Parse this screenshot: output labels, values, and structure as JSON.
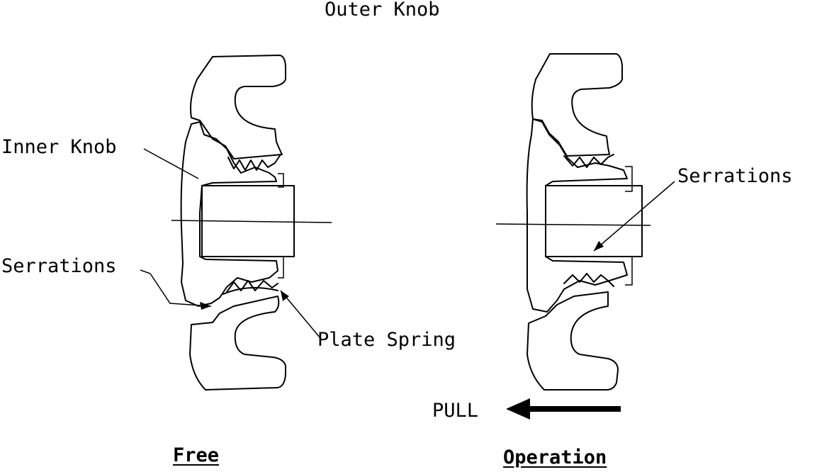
{
  "diagram": {
    "labels": {
      "outer_knob": "Outer Knob",
      "inner_knob": "Inner Knob",
      "serrations_left": "Serrations",
      "serrations_right": "Serrations",
      "plate_spring": "Plate Spring",
      "pull": "PULL",
      "free": "Free",
      "operation": "Operation"
    }
  }
}
